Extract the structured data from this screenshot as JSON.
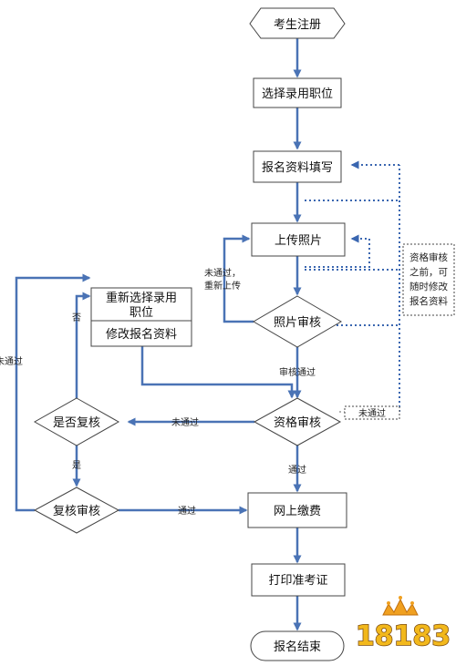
{
  "nodes": {
    "register": "考生注册",
    "select_job": "选择录用职位",
    "fill_info": "报名资料填写",
    "upload_photo": "上传照片",
    "photo_review": "照片审核",
    "reselect_job": [
      "重新选择录用",
      "职位"
    ],
    "modify_info": "修改报名资料",
    "qualification_review": "资格审核",
    "request_recheck": "是否复核",
    "recheck_review": "复核审核",
    "online_payment": "网上缴费",
    "print_admission": "打印准考证",
    "finish": "报名结束"
  },
  "edge_labels": {
    "photo_fail": [
      "未通过，",
      "重新上传"
    ],
    "photo_pass": "审核通过",
    "qual_fail_left": "未通过",
    "qual_fail_right": "未通过",
    "qual_pass": "通过",
    "recheck_no": "否",
    "recheck_yes": "是",
    "recheck_fail": "未通过",
    "recheck_pass": "通过"
  },
  "note": [
    "资格审核",
    "之前，可",
    "随时修改",
    "报名资料"
  ],
  "logo": "18183",
  "colors": {
    "solid_arrow": "#4a73b5",
    "dotted_line": "#3a66b0",
    "node_border": "#444444"
  }
}
